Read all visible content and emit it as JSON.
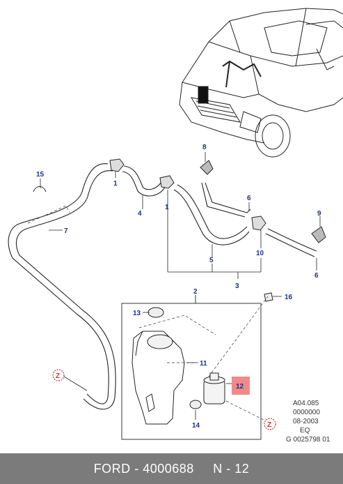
{
  "callouts": {
    "c1a": "1",
    "c1b": "1",
    "c2": "2",
    "c3": "3",
    "c4": "4",
    "c5": "5",
    "c6a": "6",
    "c6b": "6",
    "c7": "7",
    "c8": "8",
    "c9": "9",
    "c10": "10",
    "c11": "11",
    "c12": "12",
    "c13": "13",
    "c14": "14",
    "c15": "15",
    "c16": "16",
    "za": "Z",
    "zb": "Z"
  },
  "ref_block": {
    "line1": "A04.085",
    "line2": "0000000",
    "line3": "08-2003",
    "line4": "EQ",
    "line5": "G 0025798 01"
  },
  "footer": {
    "brand": "FORD",
    "separator": " - ",
    "part_number": "4000688",
    "position": "N - 12"
  },
  "colors": {
    "callout_text": "#1d2f8c",
    "highlight": "#f08a8a",
    "z_marker": "#d43030",
    "footer_bg": "#7b7b7b"
  }
}
